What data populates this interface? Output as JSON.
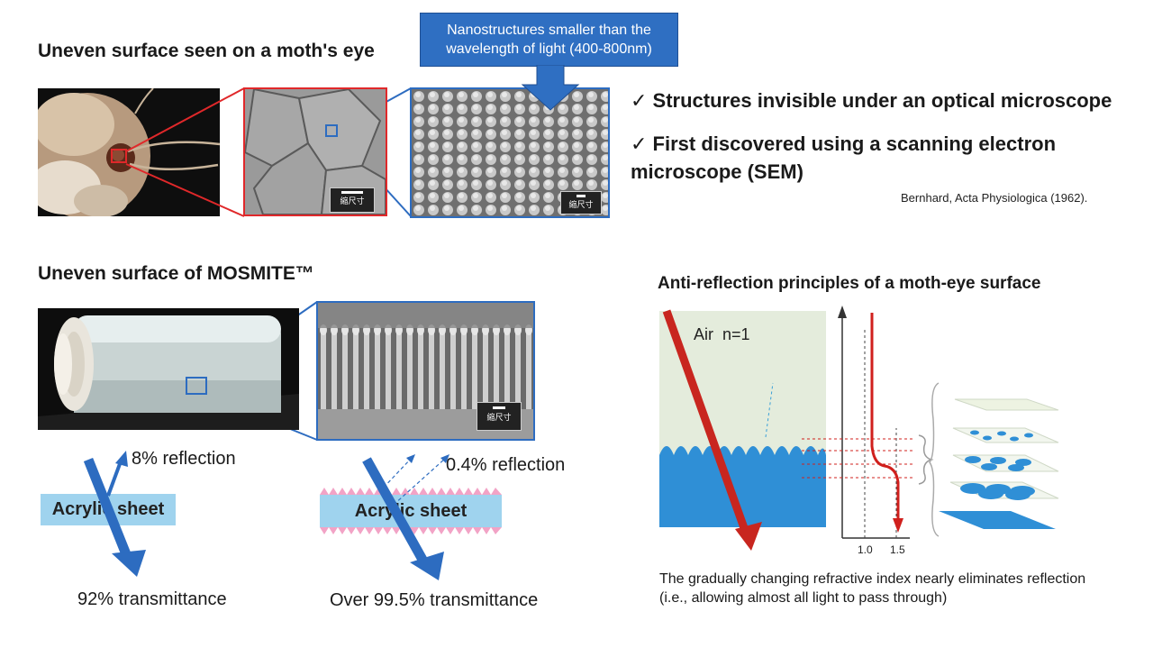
{
  "moth_section": {
    "title": "Uneven surface seen on a moth's eye",
    "callout": "Nanostructures smaller than the wavelength of light (400-800nm)",
    "checks": [
      "✓ Structures invisible under an optical microscope",
      "✓ First discovered using a scanning electron microscope (SEM)"
    ],
    "citation": "Bernhard, Acta Physiologica (1962).",
    "scale_labels": [
      "縮尺寸",
      "縮尺寸"
    ]
  },
  "mosmite_section": {
    "title": "Uneven surface of MOSMITE™",
    "scale_label": "縮尺寸"
  },
  "acrylic_left": {
    "sheet_label": "Acrylic sheet",
    "reflection": "8% reflection",
    "transmittance": "92% transmittance"
  },
  "acrylic_right": {
    "sheet_label": "Acrylic sheet",
    "reflection": "0.4% reflection",
    "transmittance": "Over 99.5% transmittance"
  },
  "principle": {
    "title": "Anti-reflection principles of a moth-eye surface",
    "air_label": "Air  n=1",
    "tick_1": "1.0",
    "tick_2": "1.5",
    "caption": "The gradually changing refractive index nearly eliminates reflection (i.e., allowing almost all light to pass through)"
  },
  "colors": {
    "callout_blue": "#2f6fc2",
    "arrow_blue": "#2d6cc0",
    "highlight_red": "#e0282a",
    "sheet_blue": "#9fd3ee",
    "pink_structure": "#f2a3c6"
  }
}
